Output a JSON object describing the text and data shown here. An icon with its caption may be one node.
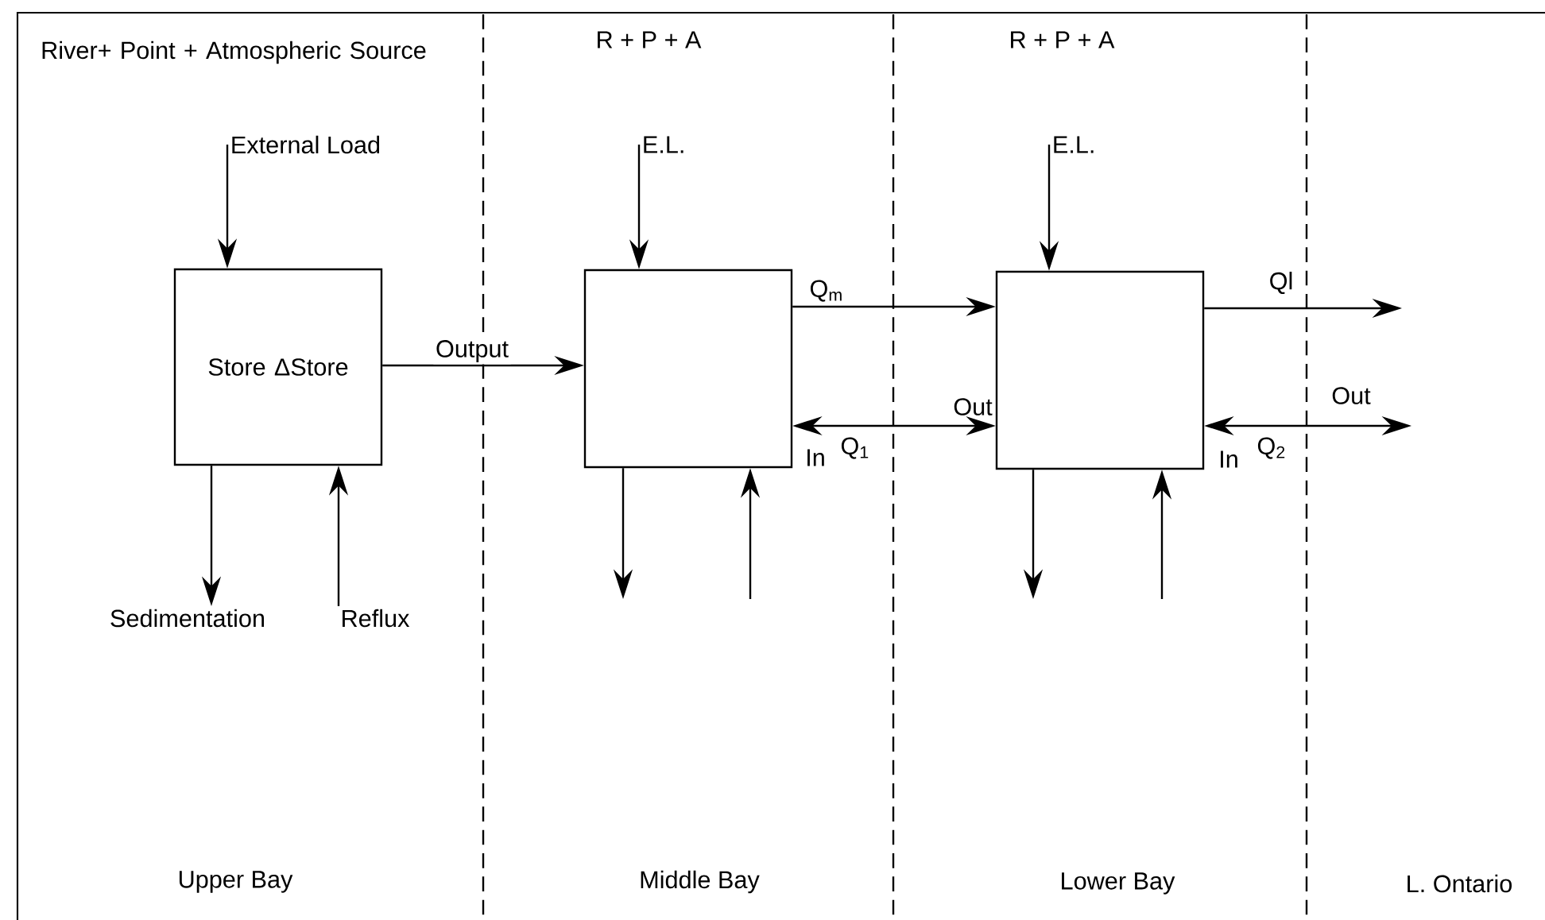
{
  "diagram": {
    "nodes": [
      {
        "text": [
          "External Load"
        ]
      },
      {
        "text": [
          "Store ΔStore"
        ]
      },
      {
        "text": [
          "Sedimentation"
        ]
      },
      {
        "text": [
          "Reflux"
        ]
      },
      {
        "text": [
          "E.L."
        ]
      },
      {
        "text": [],
        "shape": "box"
      },
      {
        "text": [
          "E.L."
        ]
      },
      {
        "text": [],
        "shape": "box"
      }
    ],
    "edges": [
      {
        "from": 0,
        "to": 1,
        "arrow": "to"
      },
      {
        "from": 1,
        "to": 2,
        "arrow": "to"
      },
      {
        "from": 3,
        "to": 1,
        "arrow": "to"
      },
      {
        "from": 1,
        "to": 5,
        "arrow": "to",
        "label": "Output"
      },
      {
        "from": 4,
        "to": 5,
        "arrow": "to"
      },
      {
        "from": 5,
        "to": null,
        "arrow": "to"
      },
      {
        "from": null,
        "to": 5,
        "arrow": "to"
      },
      {
        "from": 5,
        "to": 7,
        "arrow": "to",
        "label": "Q$_{m}$"
      },
      {
        "from": 5,
        "to": 7,
        "arrow": "both",
        "label": "Q$_{1}$"
      },
      {
        "from": 6,
        "to": 7,
        "arrow": "to"
      },
      {
        "from": 7,
        "to": null,
        "arrow": "to"
      },
      {
        "from": null,
        "to": 7,
        "arrow": "to"
      },
      {
        "from": 7,
        "to": null,
        "arrow": "to",
        "label": "Ql"
      },
      {
        "from": 7,
        "to": null,
        "arrow": "both",
        "label": "Q$_{2}$"
      }
    ],
    "labels": [
      "River+ Point + Atmospheric Source",
      "R + P + A",
      "R + P + A",
      "Out",
      "In",
      "Out",
      "In",
      "Upper Bay",
      "Middle Bay",
      "Lower Bay",
      "L. Ontario"
    ]
  }
}
